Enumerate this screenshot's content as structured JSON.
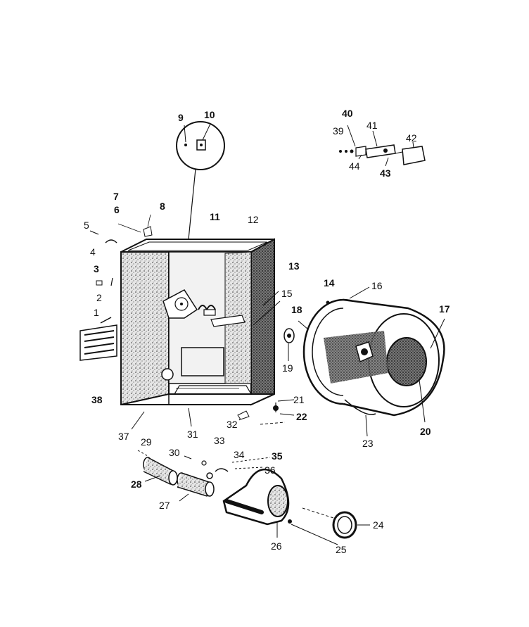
{
  "header_marks": [
    "",
    "",
    ""
  ],
  "labels": {
    "p1": "1",
    "p2": "2",
    "p3": "3",
    "p4": "4",
    "p5": "5",
    "p6": "6",
    "p7": "7",
    "p8": "8",
    "p9": "9",
    "p10": "10",
    "p11": "11",
    "p12": "12",
    "p13": "13",
    "p14": "14",
    "p15": "15",
    "p16": "16",
    "p17": "17",
    "p18": "18",
    "p19": "19",
    "p20": "20",
    "p21": "21",
    "p22": "22",
    "p23": "23",
    "p24": "24",
    "p25": "25",
    "p26": "26",
    "p27": "27",
    "p28": "28",
    "p29": "29",
    "p30": "30",
    "p31": "31",
    "p32": "32",
    "p33": "33",
    "p34": "34",
    "p35": "35",
    "p36": "36",
    "p37": "37",
    "p38": "38",
    "p39": "39",
    "p40": "40",
    "p41": "41",
    "p42": "42",
    "p43": "43",
    "p44": "44"
  },
  "colors": {
    "ink": "#111111",
    "paper": "#ffffff",
    "shade": "#9a9a9a"
  }
}
